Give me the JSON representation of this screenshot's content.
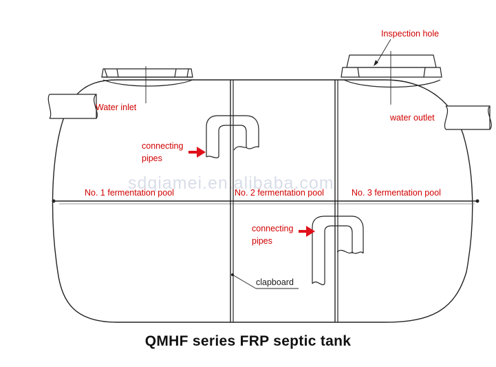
{
  "labels": {
    "inspection_hole": "Inspection hole",
    "water_inlet": "Water inlet",
    "water_outlet": "water outlet",
    "connecting_pipes_upper": "connecting\npipes",
    "connecting_pipes_lower": "connecting\npipes",
    "pool_1": "No. 1 fermentation pool",
    "pool_2": "No. 2 fermentation pool",
    "pool_3": "No. 3 fermentation pool",
    "clapboard": "clapboard"
  },
  "watermark": "sdqiamei.en.alibaba.com",
  "caption": "QMHF series FRP septic tank",
  "colors": {
    "label": "#d10000",
    "arrow": "#e0101a",
    "line": "#222222",
    "watermark": "#d8dde8"
  }
}
